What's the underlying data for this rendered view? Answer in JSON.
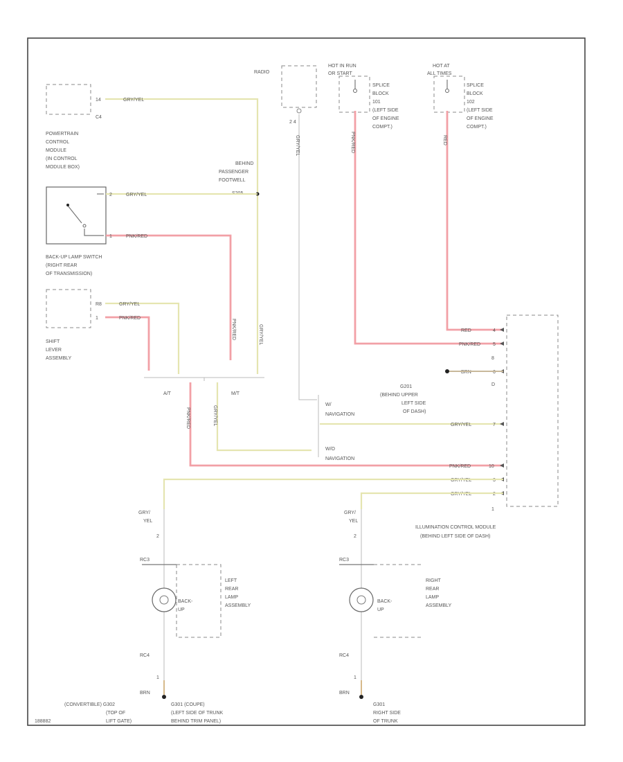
{
  "labels": {
    "pcm_conn": "C4",
    "pcm_name": [
      "POWERTRAIN",
      "CONTROL",
      "MODULE",
      "(IN CONTROL",
      "MODULE BOX)"
    ],
    "pcm_pin": "14",
    "pcm_wire": "GRY/YEL",
    "bup_switch_name": [
      "BACK-UP LAMP SWITCH",
      "(RIGHT REAR",
      "OF TRANSMISSION)"
    ],
    "bup_pin1": "2",
    "bup_pin1_wire": "GRY/YEL",
    "bup_pin2": "1",
    "bup_pin2_wire": "PNK/RED",
    "shift_name": [
      "SHIFT",
      "LEVER",
      "ASSEMBLY"
    ],
    "shift_pin1": "R8",
    "shift_pin1_wire": "GRY/YEL",
    "shift_pin2": "1",
    "shift_pin2_wire": "PNK/RED",
    "splice_pass": [
      "BEHIND",
      "PASSENGER",
      "FOOTWELL"
    ],
    "splice_pass_id": "S205",
    "vert_pnk_left": "PNK/RED",
    "vert_gry_right": "GRY/YEL",
    "at": "A/T",
    "mt": "M/T",
    "vert_pnk_at": "PNK/RED",
    "vert_gry_mt": "GRY/YEL",
    "radio": "RADIO",
    "radio_pins": "2   4",
    "radio_wire": "GRY/YEL",
    "hot_run": [
      "HOT IN RUN",
      "OR START"
    ],
    "hot_at": [
      "HOT AT",
      "ALL TIMES"
    ],
    "splice1": [
      "SPLICE",
      "BLOCK",
      "101",
      "(LEFT SIDE",
      "OF ENGINE",
      "COMPT.)"
    ],
    "splice2": [
      "SPLICE",
      "BLOCK",
      "102",
      "(LEFT SIDE",
      "OF ENGINE",
      "COMPT.)"
    ],
    "splice1_wire": "PNK/RED",
    "splice2_wire": "RED",
    "icm_wires": [
      "RED",
      "PNK/RED",
      "",
      "BRN",
      "",
      "GRY/YEL",
      "PNK/RED",
      "GRY/YEL",
      "GRY/YEL"
    ],
    "icm_pins": [
      "4",
      "5",
      "8",
      "6",
      "D",
      "7",
      "10",
      "3",
      "2",
      "1"
    ],
    "ground_g201": [
      "G201",
      "(BEHIND UPPER",
      "LEFT SIDE",
      "OF DASH)"
    ],
    "nav_w": [
      "W/",
      "NAVIGATION"
    ],
    "nav_wo": [
      "W/O",
      "NAVIGATION"
    ],
    "icm_name": [
      "ILLUMINATION CONTROL MODULE",
      "(BEHIND LEFT SIDE OF DASH)"
    ],
    "left_top_wire": [
      "GRY/",
      "YEL"
    ],
    "right_top_wire": [
      "GRY/",
      "YEL"
    ],
    "pin_2": "2",
    "pin_1": "1",
    "conn_rc3": "RC3",
    "conn_rc4": "RC4",
    "bulb_label": [
      "BACK-",
      "UP"
    ],
    "left_lamp": [
      "LEFT",
      "REAR",
      "LAMP",
      "ASSEMBLY"
    ],
    "right_lamp": [
      "RIGHT",
      "REAR",
      "LAMP",
      "ASSEMBLY"
    ],
    "brn": "BRN",
    "g_conv": [
      "(CONVERTIBLE)  G302",
      "(TOP OF",
      "LIFT GATE)"
    ],
    "g_coupe": [
      "G301  (COUPE)",
      "(LEFT SIDE OF TRUNK",
      "BEHIND TRIM PANEL)"
    ],
    "g_right": [
      "G301",
      "RIGHT SIDE",
      "OF TRUNK"
    ],
    "fig_id": "188882"
  }
}
